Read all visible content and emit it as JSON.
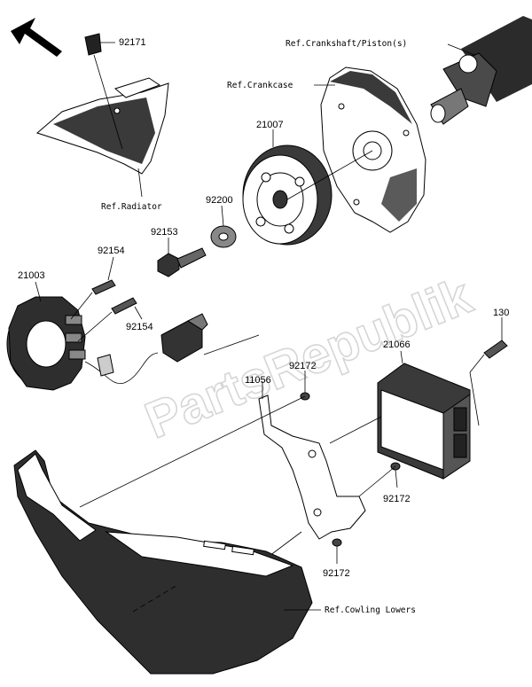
{
  "watermark": {
    "text": "PartsRepublik"
  },
  "labels": {
    "p92171": "92171",
    "ref_crankshaft": "Ref.Crankshaft/Piston(s)",
    "ref_crankcase": "Ref.Crankcase",
    "p21007": "21007",
    "p92200": "92200",
    "ref_radiator": "Ref.Radiator",
    "p92153": "92153",
    "p92154_top": "92154",
    "p21003": "21003",
    "p92154_bottom": "92154",
    "p130": "130",
    "p21066": "21066",
    "p11056": "11056",
    "p92172_top": "92172",
    "p92172_right": "92172",
    "p92172_bottom": "92172",
    "ref_cowling": "Ref.Cowling Lowers"
  },
  "colors": {
    "line": "#000000",
    "watermark": "#d6d6d6",
    "shade": "#3a3a3a"
  }
}
